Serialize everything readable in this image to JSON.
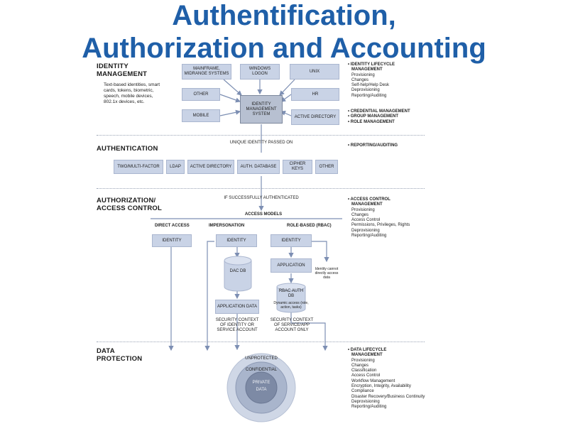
{
  "title": {
    "line1": "Authentification,",
    "line2": "Authorization and Accounting"
  },
  "sections": {
    "identity_management": {
      "label1": "IDENTITY",
      "label2": "MANAGEMENT",
      "description": "Text-based identities, smart cards, tokens, biometric, speech, mobile devices, 802.1x devices, etc."
    },
    "authentication": {
      "label": "AUTHENTICATION"
    },
    "authorization": {
      "label1": "AUTHORIZATION/",
      "label2": "ACCESS CONTROL"
    },
    "data_protection": {
      "label1": "DATA",
      "label2": "PROTECTION"
    }
  },
  "identity_sources": {
    "mainframe": "MAINFRAME, MIDRANGE SYSTEMS",
    "windows": "WINDOWS LOGON",
    "unix": "UNIX",
    "other": "OTHER",
    "hr": "HR",
    "mobile": "MOBILE",
    "active_directory": "ACTIVE DIRECTORY",
    "ims": "IDENTITY MANAGEMENT SYSTEM"
  },
  "flow": {
    "unique_identity": "UNIQUE IDENTITY PASSED ON",
    "if_success": "IF SUCCESSFULLY AUTHENTICATED",
    "access_models": "ACCESS MODELS"
  },
  "auth_methods": [
    "TWO/MULTI-FACTOR",
    "LDAP",
    "ACTIVE DIRECTORY",
    "AUTH. DATABASE",
    "CIPHER KEYS",
    "OTHER"
  ],
  "access_models": {
    "direct": "DIRECT ACCESS",
    "impersonation": "IMPERSONATION",
    "rbac": "ROLE-BASED (RBAC)",
    "identity": "IDENTITY",
    "dac_db": "DAC DB",
    "application_data": "APPLICATION DATA",
    "application": "APPLICATION",
    "rbac_db": "RBAC AUTH DB",
    "rbac_note": "Dynamic access (role, action, tasks)",
    "identity_note": "Identity cannot directly access data",
    "ctx_impersonation": "SECURITY CONTEXT OF IDENTITY OR SERVICE ACCOUNT",
    "ctx_rbac": "SECURITY CONTEXT OF SERVICE/APP ACCOUNT ONLY"
  },
  "rings": {
    "unprotected": "UNPROTECTED",
    "confidential": "CONFIDENTIAL",
    "private": "PRIVATE",
    "data": "DATA"
  },
  "right_panel": {
    "identity_lifecycle": {
      "heading1": "• IDENTITY LIFECYCLE",
      "heading2": "MANAGEMENT",
      "items": [
        "Provisioning",
        "Changes",
        "Self-help/Help Desk",
        "Deprovisioning",
        "Reporting/Auditing"
      ]
    },
    "more": [
      "• CREDENTIAL MANAGEMENT",
      "• GROUP MANAGEMENT",
      "• ROLE MANAGEMENT"
    ],
    "reporting": "• REPORTING/AUDITING",
    "access_control": {
      "heading1": "• ACCESS CONTROL",
      "heading2": "MANAGEMENT",
      "items": [
        "Provisioning",
        "Changes",
        "Access Control",
        "Permissions, Privileges, Rights",
        "Deprovisioning",
        "Reporting/Auditing"
      ]
    },
    "data_lifecycle": {
      "heading1": "• DATA LIFECYCLE",
      "heading2": "MANAGEMENT",
      "items": [
        "Provisioning",
        "Changes",
        "Classification",
        "Access Control",
        "Workflow Management",
        "Encryption, Integrity, Availability",
        "Compliance",
        "Disaster Recovery/Business Continuity",
        "Deprovisioning",
        "Reporting/Auditing"
      ]
    }
  },
  "colors": {
    "title": "#1f5fa8",
    "box": "#c9d3e6",
    "ims": "#b7c0d1",
    "arrow": "#7d8fb3"
  }
}
